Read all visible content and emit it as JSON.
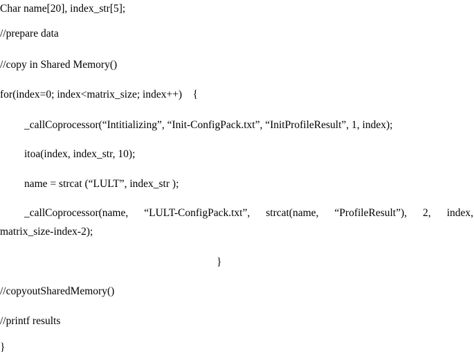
{
  "code_lines": {
    "l1": "Char name[20], index_str[5];",
    "l2": "//prepare data",
    "l3": "//copy in Shared Memory()",
    "l4": "for(index=0; index<matrix_size; index++)    {",
    "l5": "_callCoprocessor(“Intitializing”, “Init-ConfigPack.txt”, “InitProfileResult”, 1, index);",
    "l6": "itoa(index, index_str, 10);",
    "l7": "name = strcat (“LULT”, index_str );",
    "l8_words": [
      "_callCoprocessor(name,",
      "“LULT-ConfigPack.txt”,",
      "strcat(name,",
      "“ProfileResult”),",
      "2,",
      "index,"
    ],
    "l8_cont": "matrix_size-index-2);",
    "l9": "}",
    "l10": "//copyoutSharedMemory()",
    "l11": "//printf results",
    "l12": "}"
  }
}
